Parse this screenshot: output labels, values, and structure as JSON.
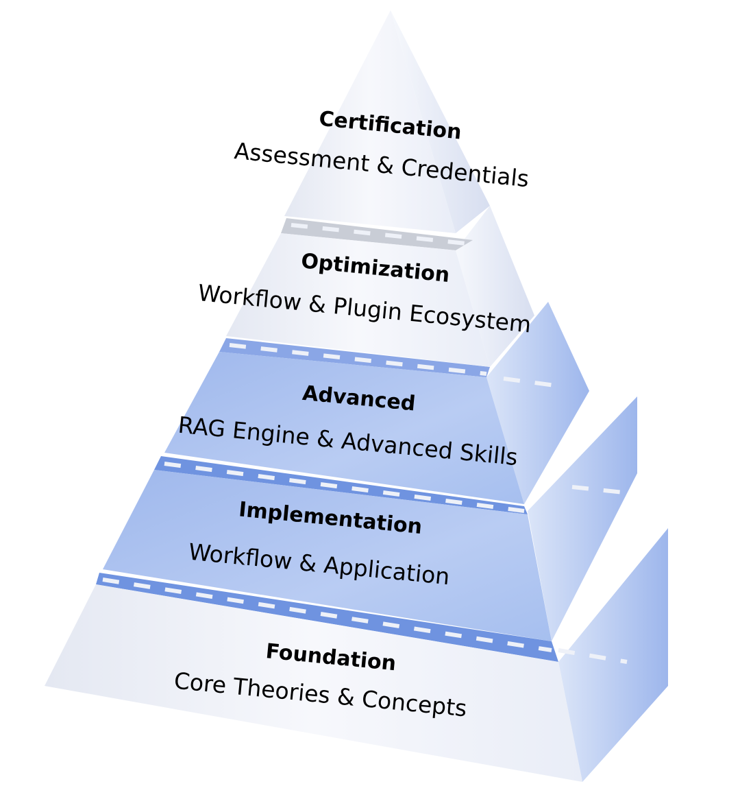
{
  "diagram": {
    "type": "pyramid",
    "tiers": [
      {
        "title": "Certification",
        "subtitle": "Assessment & Credentials",
        "color": "#e8ecf6"
      },
      {
        "title": "Optimization",
        "subtitle": "Workflow & Plugin Ecosystem",
        "color": "#e8ecf6"
      },
      {
        "title": "Advanced",
        "subtitle": "RAG Engine & Advanced Skills",
        "color": "#a9c0ee"
      },
      {
        "title": "Implementation",
        "subtitle": "Workflow & Application",
        "color": "#a9c0ee"
      },
      {
        "title": "Foundation",
        "subtitle": "Core Theories & Concepts",
        "color": "#eef0f7"
      }
    ],
    "colors": {
      "white_face": "#eceff7",
      "blue_face": "#a9c0ee",
      "blue_side": "#c3d3f3",
      "gap": "#6f93e0"
    }
  }
}
